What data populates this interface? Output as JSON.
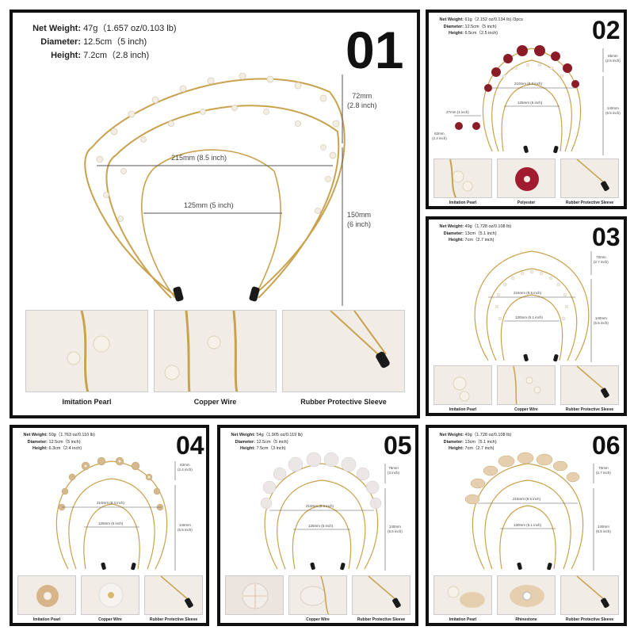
{
  "products": [
    {
      "number": "01",
      "specs": [
        {
          "label": "Net Weight:",
          "value": "47g（1.657 oz/0.103 lb)"
        },
        {
          "label": "Diameter:",
          "value": "12.5cm（5 inch)"
        },
        {
          "label": "Height:",
          "value": "7.2cm（2.8 inch)"
        }
      ],
      "dims": {
        "outer_width": "215mm (8.5 inch)",
        "inner_width": "125mm (5 inch)",
        "crown_height": "72mm\n(2.8 inch)",
        "total_height": "150mm\n(6 inch)"
      },
      "details": [
        "Imitation Pearl",
        "Copper Wire",
        "Rubber Protective Sleeve"
      ]
    },
    {
      "number": "02",
      "specs": [
        {
          "label": "Net Weight:",
          "value": "61g（2.152 oz/0.134 lb)  /3pcs"
        },
        {
          "label": "Diameter:",
          "value": "12.5cm（5 inch)"
        },
        {
          "label": "Height:",
          "value": "6.5cm（2.5 inch)"
        }
      ],
      "dims": {
        "outer_width": "210mm (8.3 inch)",
        "inner_width": "125mm (5 inch)",
        "crown_height": "65mm\n(2.5 inch)",
        "total_height": "140mm\n(5.5 inch)",
        "earring_width": "27mm (1 inch)",
        "earring_height": "62mm\n(2.4 inch)"
      },
      "details": [
        "Imitation Pearl",
        "Polyester",
        "Rubber Protective Sleeve"
      ]
    },
    {
      "number": "03",
      "specs": [
        {
          "label": "Net Weight:",
          "value": "49g（1.728 oz/0.108 lb)"
        },
        {
          "label": "Diameter:",
          "value": "13cm（5.1 inch)"
        },
        {
          "label": "Height:",
          "value": "7cm（2.7 inch)"
        }
      ],
      "dims": {
        "outer_width": "215mm (8.5 inch)",
        "inner_width": "130mm (5.1 inch)",
        "crown_height": "70mm\n(2.7 inch)",
        "total_height": "140mm\n(5.5 inch)"
      },
      "details": [
        "Imitation Pearl",
        "Copper Wire",
        "Rubber Protective Sleeve"
      ]
    },
    {
      "number": "04",
      "specs": [
        {
          "label": "Net Weight:",
          "value": "50g（1.763 oz/0.110 lb)"
        },
        {
          "label": "Diameter:",
          "value": "12.5cm（5 inch)"
        },
        {
          "label": "Height:",
          "value": "6.3cm（2.4 inch)"
        }
      ],
      "dims": {
        "outer_width": "210mm (8.3 inch)",
        "inner_width": "125mm (5 inch)",
        "crown_height": "63mm\n(2.4 inch)",
        "total_height": "140mm\n(5.5 inch)"
      },
      "details": [
        "Imitation Pearl",
        "Copper Wire",
        "Rubber Protective Sleeve"
      ]
    },
    {
      "number": "05",
      "specs": [
        {
          "label": "Net Weight:",
          "value": "54g（1.905 oz/0.119 lb)"
        },
        {
          "label": "Diameter:",
          "value": "12.5cm（5 inch)"
        },
        {
          "label": "Height:",
          "value": "7.5cm（3 inch)"
        }
      ],
      "dims": {
        "outer_width": "210mm (8.3 inch)",
        "inner_width": "125mm (5 inch)",
        "crown_height": "75mm\n(3 inch)",
        "total_height": "140mm\n(5.5 inch)"
      },
      "details": [
        "",
        "Copper Wire",
        "Rubber Protective Sleeve"
      ]
    },
    {
      "number": "06",
      "specs": [
        {
          "label": "Net Weight:",
          "value": "49g（1.728 oz/0.108 lb)"
        },
        {
          "label": "Diameter:",
          "value": "13cm（5.1 inch)"
        },
        {
          "label": "Height:",
          "value": "7cm（2.7 inch)"
        }
      ],
      "dims": {
        "outer_width": "215mm (8.5 inch)",
        "inner_width": "130mm (5.1 inch)",
        "crown_height": "70mm\n(2.7 inch)",
        "total_height": "140mm\n(5.5 inch)"
      },
      "details": [
        "Imitation Pearl",
        "Rhinestone",
        "Rubber Protective Sleeve"
      ]
    }
  ],
  "colors": {
    "gold": "#c9a24f",
    "pearl": "#f3eee4",
    "red_flower": "#8c1b28",
    "rubber": "#1a1a1a",
    "line": "#555555"
  }
}
